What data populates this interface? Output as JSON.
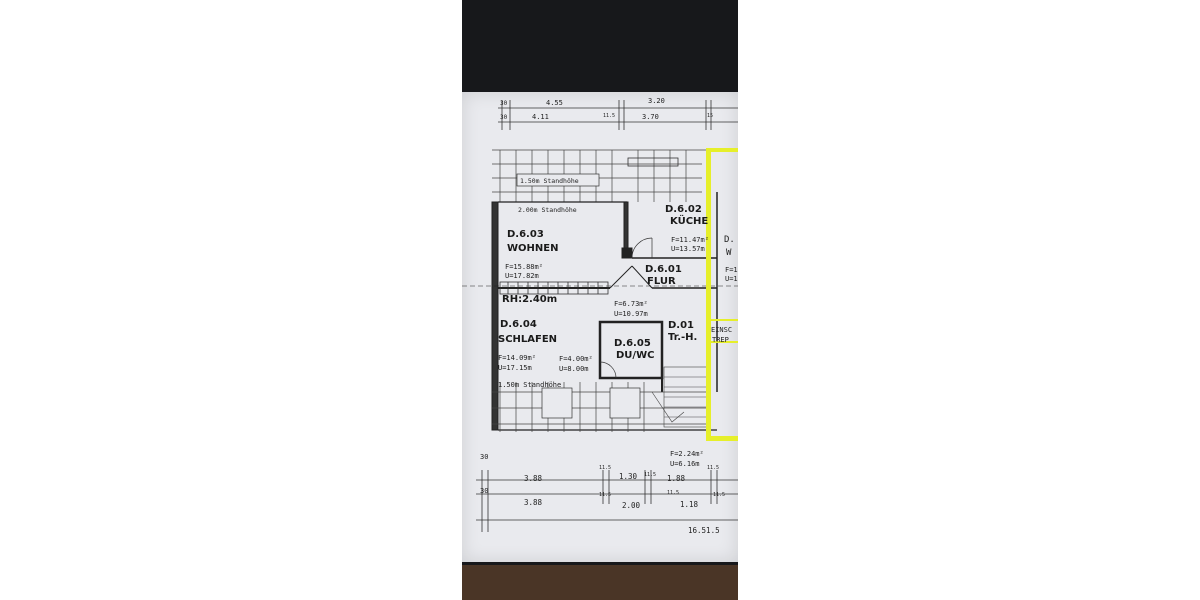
{
  "top_dims": {
    "row1": [
      "30",
      "4.55",
      "3.20"
    ],
    "row2": [
      "30",
      "4.11",
      "11.5",
      "3.70",
      "15"
    ]
  },
  "rooms": {
    "wohnen": {
      "id": "D.6.03",
      "name": "WOHNEN",
      "area": "F=15.88m²",
      "perimeter": "U=17.82m"
    },
    "kueche": {
      "id": "D.6.02",
      "name": "KÜCHE",
      "area": "F=11.47m²",
      "perimeter": "U=13.57m"
    },
    "flur": {
      "id": "D.6.01",
      "name": "FLUR",
      "area": "F=6.73m²",
      "perimeter": "U=10.97m"
    },
    "schlafen": {
      "id": "D.6.04",
      "name": "SCHLAFEN",
      "area": "F=14.09m²",
      "perimeter": "U=17.15m"
    },
    "duwc": {
      "id": "D.6.05",
      "name": "DU/WC",
      "area": "F=4.00m²",
      "perimeter": "U=8.00m"
    },
    "treppe": {
      "id": "D.01",
      "name": "Tr.-H.",
      "area": "F=2.24m²",
      "perimeter": "U=6.16m"
    }
  },
  "notes": {
    "standhoehe_150": "1.50m Standhöhe",
    "standhoehe_200": "2.00m Standhöhe",
    "standhoehe_150_bottom": "1.50m Standhöhe",
    "room_height": "RH:2.40m",
    "neighbor_partial_1": "D.",
    "neighbor_partial_2": "W",
    "neighbor_partial_3": "F=1",
    "neighbor_partial_4": "U=1",
    "einsch": "EINSC",
    "trep": "TREP"
  },
  "bottom_dims": {
    "row1": [
      "30",
      "3.88",
      "11.5",
      "1.30",
      "11.5",
      "1.88",
      "11.5"
    ],
    "row2": [
      "30",
      "3.88",
      "11.5",
      "2.00",
      "11.5",
      "1.18",
      "11.5"
    ],
    "total": "16.51.5"
  },
  "colors": {
    "paper": "#e9eaee",
    "ink": "#222222",
    "highlight": "#e6ef2a",
    "background": "#17181b",
    "table": "#4a3526"
  }
}
